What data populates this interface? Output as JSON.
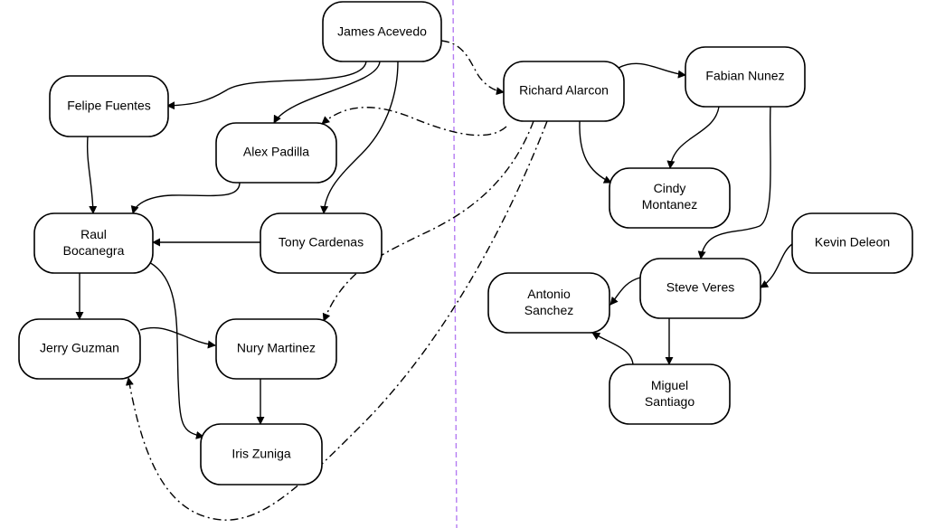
{
  "nodes": {
    "james": "James Acevedo",
    "felipe": "Felipe Fuentes",
    "alex": "Alex Padilla",
    "raul": [
      "Raul",
      "Bocanegra"
    ],
    "tony": "Tony Cardenas",
    "jerry": "Jerry Guzman",
    "nury": "Nury Martinez",
    "iris": "Iris Zuniga",
    "richard": "Richard Alarcon",
    "fabian": "Fabian Nunez",
    "cindy": [
      "Cindy",
      "Montanez"
    ],
    "kevin": "Kevin Deleon",
    "antonio": [
      "Antonio",
      "Sanchez"
    ],
    "steve": "Steve Veres",
    "miguel": [
      "Miguel",
      "Santiago"
    ]
  },
  "colors": {
    "node_border": "#000000",
    "edge": "#000000",
    "divider": "#b57cf2"
  }
}
